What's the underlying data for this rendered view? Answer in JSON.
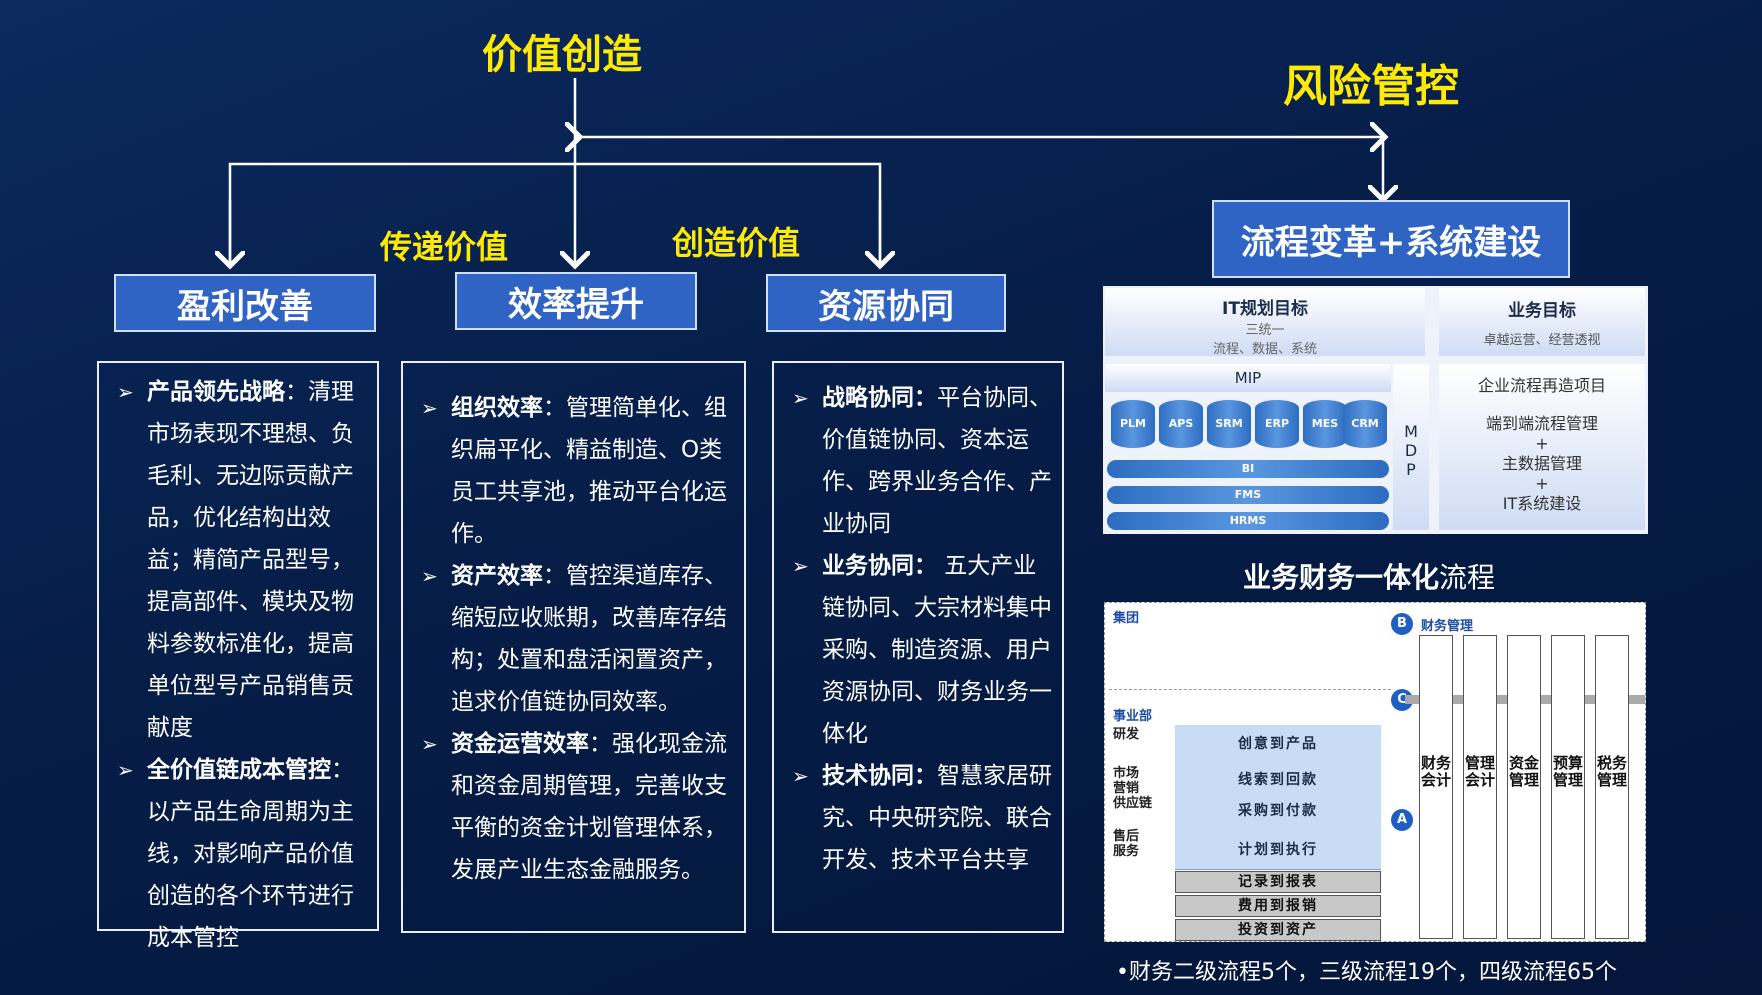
{
  "titles": {
    "value_creation": "价值创造",
    "risk_control": "风险管控",
    "transfer_value": "传递价值",
    "create_value": "创造价值"
  },
  "headers": {
    "profit": "盈利改善",
    "efficiency": "效率提升",
    "resource": "资源协同",
    "process": "流程变革+系统建设"
  },
  "profit_items": [
    {
      "bold": "产品领先战略",
      "text": "：清理市场表现不理想、负毛利、无边际贡献产品，优化结构出效益；精简产品型号，提高部件、模块及物料参数标准化，提高单位型号产品销售贡献度"
    },
    {
      "bold": "全价值链成本管控",
      "text": "：以产品生命周期为主线，对影响产品价值创造的各个环节进行成本管控"
    }
  ],
  "efficiency_items": [
    {
      "bold": "组织效率",
      "text": "：管理简单化、组织扁平化、精益制造、O类员工共享池，推动平台化运作。"
    },
    {
      "bold": "资产效率",
      "text": "：管控渠道库存、缩短应收账期，改善库存结构；处置和盘活闲置资产，追求价值链协同效率。"
    },
    {
      "bold": "资金运营效率",
      "text": "：强化现金流和资金周期管理，完善收支平衡的资金计划管理体系，发展产业生态金融服务。"
    }
  ],
  "resource_items": [
    {
      "bold": "战略协同：",
      "text": "平台协同、价值链协同、资本运作、跨界业务合作、产业协同"
    },
    {
      "bold": "业务协同：",
      "text": " 五大产业链协同、大宗材料集中采购、制造资源、用户资源协同、财务业务一体化"
    },
    {
      "bold": "技术协同：",
      "text": "智慧家居研究、中央研究院、联合开发、技术平台共享"
    }
  ],
  "it_panel": {
    "it_goal": "IT规划目标",
    "it_goal_sub1": "三统一",
    "it_goal_sub2": "流程、数据、系统",
    "biz_goal": "业务目标",
    "biz_goal_sub": "卓越运营、经营透视",
    "mip": "MIP",
    "systems": [
      "PLM",
      "APS",
      "SRM",
      "ERP",
      "MES",
      "CRM"
    ],
    "bars": [
      "BI",
      "FMS",
      "HRMS"
    ],
    "mdp": [
      "M",
      "D",
      "P"
    ],
    "project": "企业流程再造项目",
    "project_lines": [
      "端到端流程管理",
      "+",
      "主数据管理",
      "+",
      "IT系统建设"
    ]
  },
  "finance": {
    "title_bold": "业务财务一体化",
    "title_rest": "流程",
    "group": "集团",
    "division": "事业部",
    "finance_mgmt": "财务管理",
    "circles": [
      "B",
      "C",
      "A"
    ],
    "left_labels": [
      "研发",
      "市场",
      "营销",
      "供应链",
      "售后",
      "服务"
    ],
    "processes": [
      "创意到产品",
      "线索到回款",
      "采购到付款",
      "计划到执行"
    ],
    "gray_processes": [
      "记录到报表",
      "费用到报销",
      "投资到资产"
    ],
    "columns": [
      "财务会计",
      "管理会计",
      "资金管理",
      "预算管理",
      "税务管理"
    ],
    "footnote": "•财务二级流程5个，三级流程19个，四级流程65个"
  }
}
